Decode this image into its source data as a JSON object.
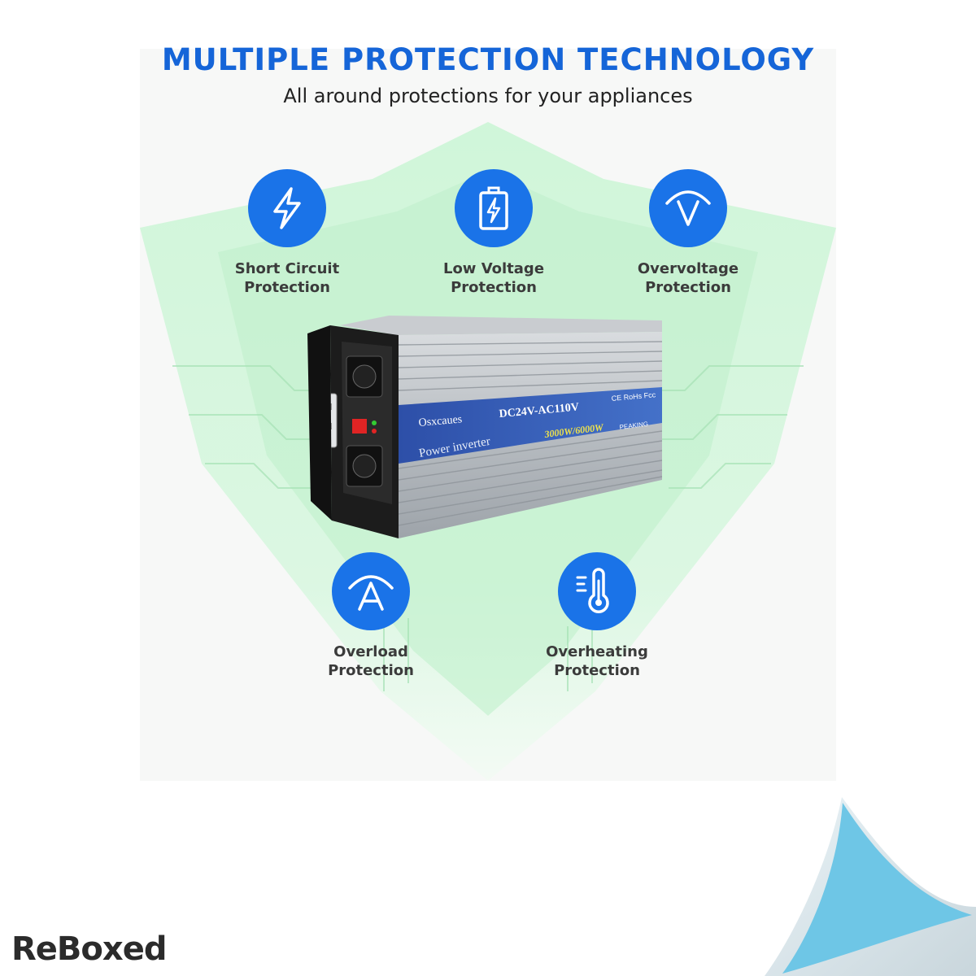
{
  "header": {
    "title": "MULTIPLE PROTECTION TECHNOLOGY",
    "subtitle": "All around protections for your appliances"
  },
  "features": [
    {
      "icon": "lightning-icon",
      "line1": "Short Circuit",
      "line2": "Protection"
    },
    {
      "icon": "battery-icon",
      "line1": "Low Voltage",
      "line2": "Protection"
    },
    {
      "icon": "overvoltage-icon",
      "line1": "Overvoltage",
      "line2": "Protection"
    },
    {
      "icon": "ampere-icon",
      "line1": "Overload",
      "line2": "Protection"
    },
    {
      "icon": "thermometer-icon",
      "line1": "Overheating",
      "line2": "Protection"
    }
  ],
  "product": {
    "brand": "Osxcaues",
    "model": "DC24V-AC110V",
    "certs": "CE RoHs Fcc",
    "power": "3000W/6000W",
    "peaking": "PEAKING",
    "name": "Power inverter"
  },
  "watermark": "ReBoxed",
  "colors": {
    "accent": "#1a73e8",
    "title": "#1565d8",
    "shield": "#b9f0c8",
    "curl": "#6ec6e6"
  }
}
